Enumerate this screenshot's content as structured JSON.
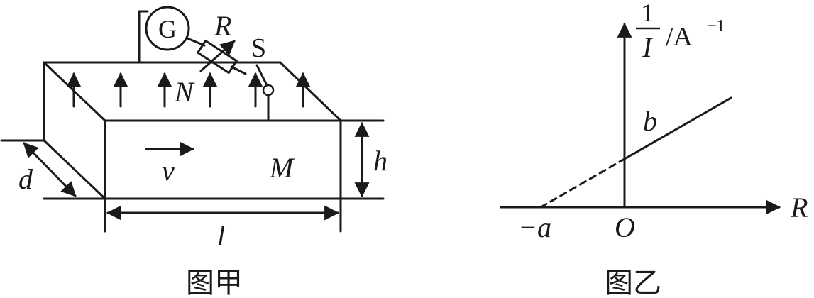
{
  "figure_left": {
    "caption": "图甲",
    "labels": {
      "galvanometer": "G",
      "resistor": "R",
      "switch": "S",
      "top_face": "N",
      "velocity": "v",
      "bottom_face": "M",
      "width": "d",
      "height": "h",
      "length": "l"
    }
  },
  "figure_right": {
    "caption": "图乙",
    "y_axis_numerator": "1",
    "y_axis_denominator": "I",
    "y_axis_unit": "/A",
    "y_axis_unit_exp": "−1",
    "x_axis_label": "R",
    "origin_label": "O",
    "intercept_label": "−a",
    "line_label": "b"
  },
  "colors": {
    "ink": "#1a1a1a",
    "background": "#ffffff"
  }
}
